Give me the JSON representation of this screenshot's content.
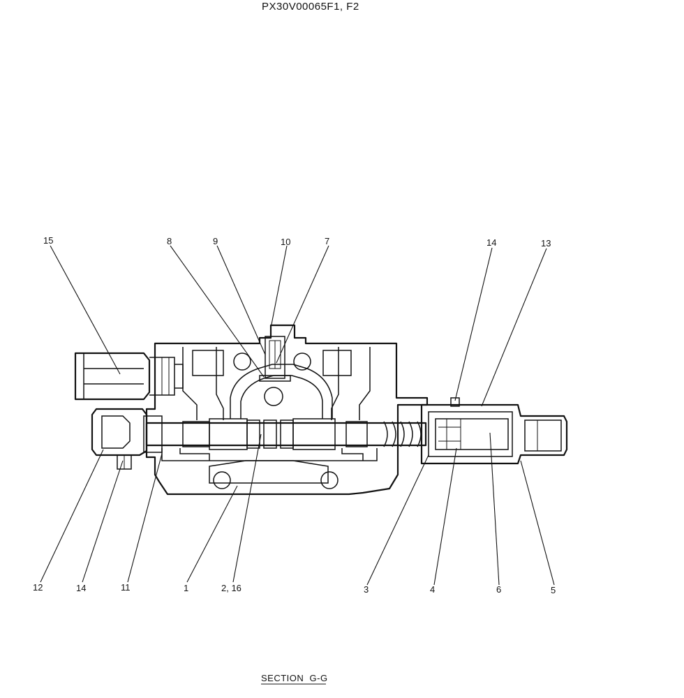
{
  "header": {
    "drawing_code": "PX30V00065F1, F2"
  },
  "caption": {
    "section_title": "SECTION  G-G"
  },
  "callouts": {
    "c15": "15",
    "c8": "8",
    "c9": "9",
    "c10": "10",
    "c7": "7",
    "c14_top": "14",
    "c13": "13",
    "c12": "12",
    "c14_bottom": "14",
    "c11": "11",
    "c1": "1",
    "c2_16": "2, 16",
    "c3": "3",
    "c4": "4",
    "c6": "6",
    "c5": "5"
  }
}
